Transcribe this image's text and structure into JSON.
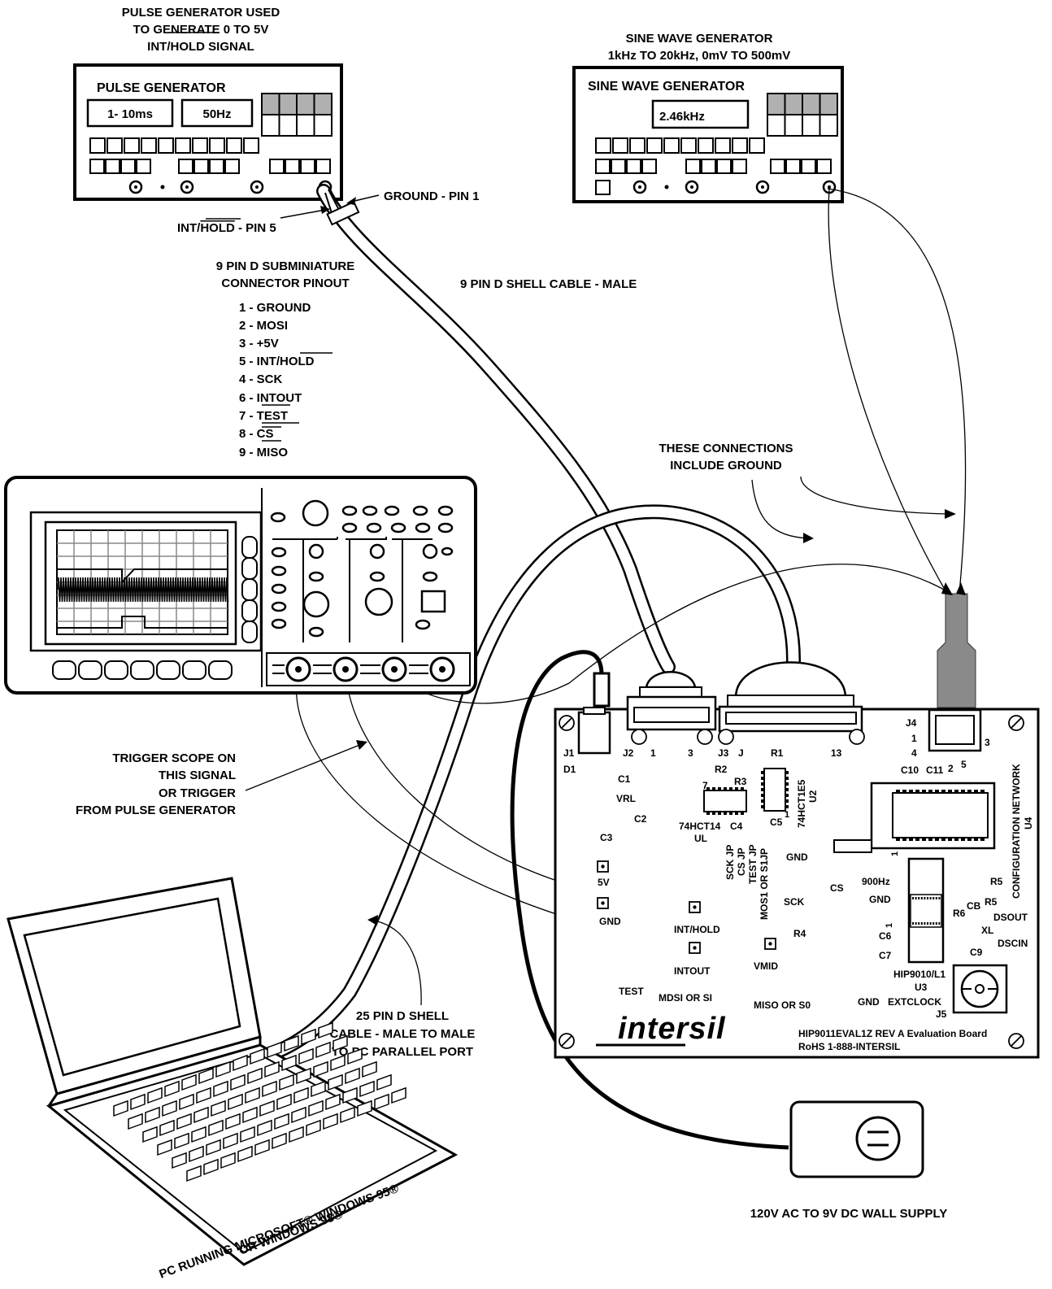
{
  "pulse_generator": {
    "caption": [
      "PULSE GENERATOR USED",
      "TO GENERATE 0 TO 5V",
      "INT/HOLD SIGNAL"
    ],
    "panel_title": "PULSE GENERATOR",
    "display_1": "1- 10ms",
    "display_2": "50Hz",
    "ground_label": "GROUND - PIN 1",
    "int_hold_label": "INT/HOLD - PIN 5"
  },
  "sine_generator": {
    "caption": [
      "SINE WAVE GENERATOR",
      "1kHz TO 20kHz, 0mV TO 500mV"
    ],
    "panel_title": "SINE WAVE GENERATOR",
    "display": "2.46kHz"
  },
  "connector": {
    "title": [
      "9 PIN D SUBMINIATURE",
      "CONNECTOR PINOUT"
    ],
    "pins": [
      "1 - GROUND",
      "2 - MOSI",
      "3 - +5V",
      "5 - INT/HOLD",
      "4 - SCK",
      "6 - INTOUT",
      "7 - TEST",
      "8 - CS",
      "9 - MISO"
    ],
    "cable_label": "9 PIN D SHELL CABLE - MALE"
  },
  "ground_note": [
    "THESE CONNECTIONS",
    "INCLUDE GROUND"
  ],
  "trigger_note": [
    "TRIGGER SCOPE ON",
    "THIS SIGNAL",
    "OR TRIGGER",
    "FROM PULSE GENERATOR"
  ],
  "parallel_cable": [
    "25 PIN D SHELL",
    "CABLE - MALE TO MALE",
    "TO PC PARALLEL PORT"
  ],
  "pc_label": [
    "PC RUNNING MICROSOFT® WINDOWS 95®",
    "OR WINDOWS 98®"
  ],
  "wall_supply": "120V AC TO 9V DC WALL SUPPLY",
  "board": {
    "brand": "intersil",
    "title_line1": "HIP9011EVAL1Z REV A Evaluation Board",
    "title_line2": "RoHS 1-888-INTERSIL",
    "labels": {
      "J1": "J1",
      "D1": "D1",
      "J2": "J2",
      "J2_1": "1",
      "J2_3": "3",
      "J3": "J3",
      "J": "J",
      "R1": "R1",
      "J3_13": "13",
      "C1": "C1",
      "VRL": "VRL",
      "C2": "C2",
      "C3": "C3",
      "R2": "R2",
      "R3": "R3",
      "u1_7": "7",
      "u1_part": "74HCT14",
      "C4": "C4",
      "UL": "UL",
      "C5": "C5",
      "u2_part": "74HCT1E5",
      "U2": "U2",
      "J4": "J4",
      "J4_1": "1",
      "J4_4": "4",
      "J4_3": "3",
      "C10": "C10",
      "C11": "C11",
      "J4_2": "2",
      "J4_5": "5",
      "config": "CONFIGURATION NETWORK",
      "U4": "U4",
      "jp1": "SCK JP",
      "jp2": "CS JP",
      "jp3": "TEST JP",
      "jp4": "MOS1 OR S1JP",
      "GND1": "GND",
      "v5": "5V",
      "GND2": "GND",
      "CS": "CS",
      "SCK": "SCK",
      "hz900": "900Hz",
      "GND3": "GND",
      "R5a": "R5",
      "R5b": "R5",
      "CB": "CB",
      "R6": "R6",
      "DSOUT": "DSOUT",
      "XL": "XL",
      "DSCIN": "DSCIN",
      "C6": "C6",
      "C7": "C7",
      "C9": "C9",
      "one_a": "1",
      "one_b": "1",
      "INTHOLD": "INT/HOLD",
      "R4": "R4",
      "INTOUT": "INTOUT",
      "VMID": "VMID",
      "HIP9010": "HIP9010/L1",
      "U3": "U3",
      "TEST": "TEST",
      "MDSI": "MDSI OR SI",
      "MISO": "MISO OR S0",
      "GND4": "GND",
      "EXTCLOCK": "EXTCLOCK",
      "J5": "J5",
      "u1_1": "1"
    }
  }
}
